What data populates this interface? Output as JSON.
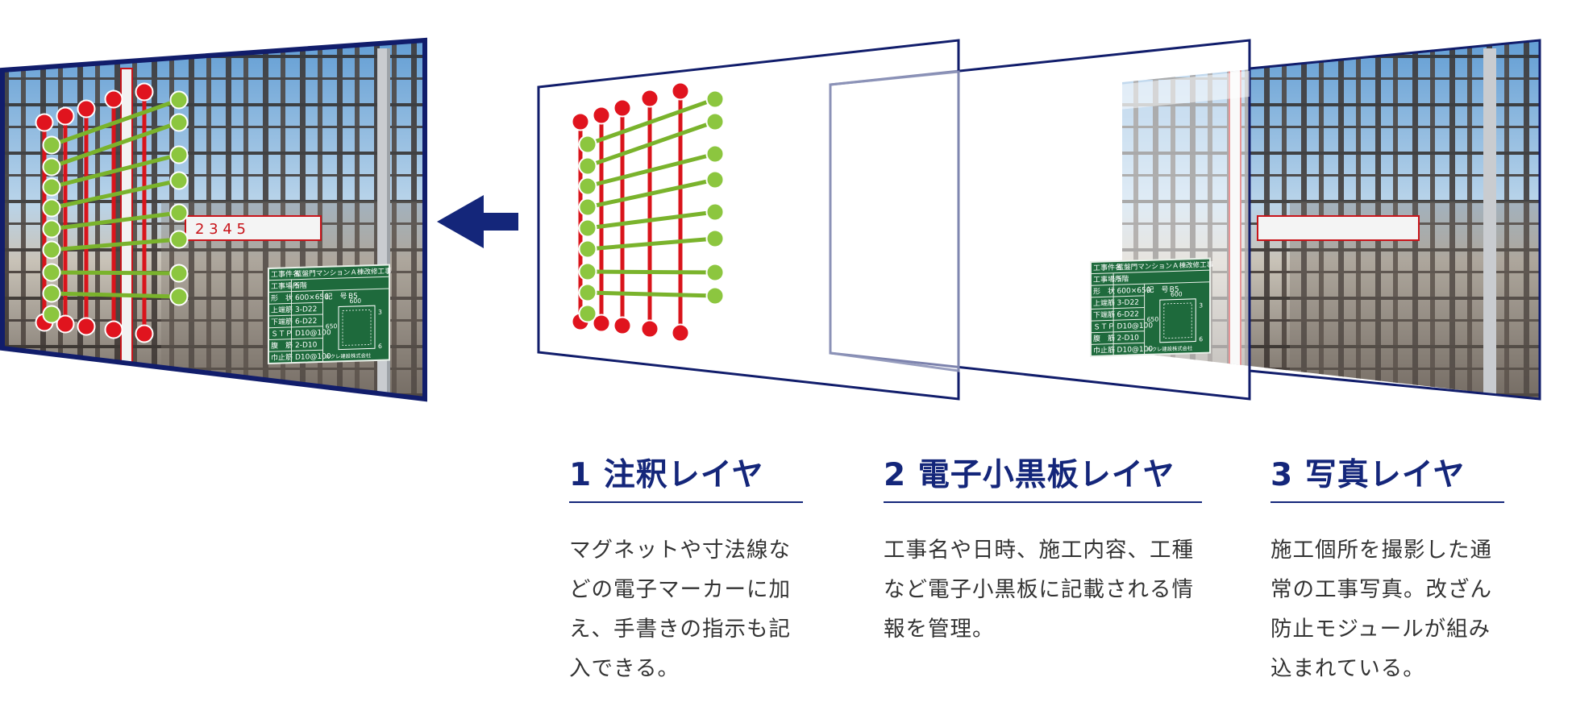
{
  "colors": {
    "frame": "#111d6b",
    "arrow": "#14267a",
    "marker_red": "#e0141e",
    "marker_green": "#8cc63f",
    "line_red": "#d9141b",
    "line_green": "#7ab32c",
    "board_green": "#1e6a3c",
    "title": "#14267a",
    "body_text": "#333333"
  },
  "icons": [
    "left-arrow-icon"
  ],
  "blackboard": {
    "rows": [
      {
        "label": "工事件名",
        "value": "藍盤門マンションＡ棟改修工事"
      },
      {
        "label": "工事場所",
        "value": "5階"
      },
      {
        "label": "形　状",
        "value": "600×650",
        "extra_label": "記　号",
        "extra_value": "B5"
      },
      {
        "label": "上端筋",
        "value": "3-D22"
      },
      {
        "label": "下端筋",
        "value": "6-D22"
      },
      {
        "label": "ＳＴＰ",
        "value": "D10@100"
      },
      {
        "label": "腹　筋",
        "value": "2-D10"
      },
      {
        "label": "巾止筋",
        "value": "D10@100"
      }
    ],
    "dim_w": "600",
    "dim_h": "650",
    "dim_top": "3",
    "dim_bottom": "6",
    "company": "ルクレ建設株式会社"
  },
  "layers": [
    {
      "title": "1 注釈レイヤ",
      "description": "マグネットや寸法線などの電子マーカーに加え、手書きの指示も記入できる。"
    },
    {
      "title": "2 電子小黒板レイヤ",
      "description": "工事名や日時、施工内容、工種など電子小黒板に記載される情報を管理。"
    },
    {
      "title": "3 写真レイヤ",
      "description": "施工個所を撮影した通常の工事写真。改ざん防止モジュールが組み込まれている。"
    }
  ]
}
